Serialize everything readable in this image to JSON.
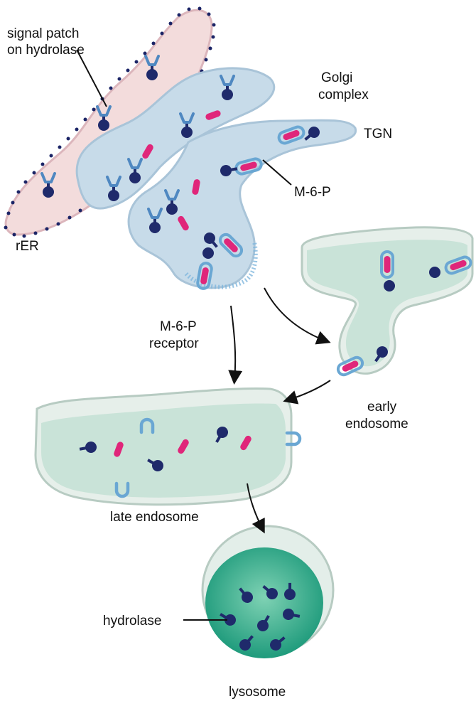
{
  "labels": {
    "signal_patch_line1": "signal patch",
    "signal_patch_line2": "on hydrolase",
    "golgi_line1": "Golgi",
    "golgi_line2": "complex",
    "tgn": "TGN",
    "m6p_top": "M-6-P",
    "rer": "rER",
    "m6p_receptor_line1": "M-6-P",
    "m6p_receptor_line2": "receptor",
    "early_endosome_line1": "early",
    "early_endosome_line2": "endosome",
    "late_endosome": "late endosome",
    "hydrolase": "hydrolase",
    "lysosome": "lysosome"
  },
  "colors": {
    "rer_fill": "#f3dcdc",
    "golgi_fill": "#c7dbe9",
    "endosome_fill": "#c9e3d8",
    "lysosome_fill": "#2fae8e",
    "hydrolase": "#1f2a6b",
    "receptor": "#6aa7d3",
    "m6p": "#e0267a",
    "ribosome": "#1b2466"
  }
}
